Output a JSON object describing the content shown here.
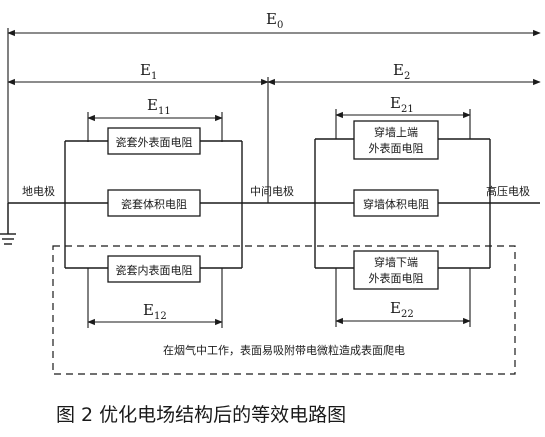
{
  "dimensions": {
    "E0": {
      "main": "E",
      "sub": "0"
    },
    "E1": {
      "main": "E",
      "sub": "1"
    },
    "E2": {
      "main": "E",
      "sub": "2"
    },
    "E11": {
      "main": "E",
      "sub": "11"
    },
    "E12": {
      "main": "E",
      "sub": "12"
    },
    "E21": {
      "main": "E",
      "sub": "21"
    },
    "E22": {
      "main": "E",
      "sub": "22"
    }
  },
  "nodes": {
    "ground_electrode": "地电极",
    "middle_electrode": "中间电极",
    "high_voltage_electrode": "高压电极"
  },
  "resistors": {
    "porcelain_outer_surface": "瓷套外表面电阻",
    "porcelain_volume": "瓷套体积电阻",
    "porcelain_inner_surface": "瓷套内表面电阻",
    "wall_upper_outer_line1": "穿墙上端",
    "wall_upper_outer_line2": "外表面电阻",
    "wall_volume": "穿墙体积电阻",
    "wall_lower_outer_line1": "穿墙下端",
    "wall_lower_outer_line2": "外表面电阻"
  },
  "note": "在烟气中工作，表面易吸附带电微粒造成表面爬电",
  "caption": "图 2  优化电场结构后的等效电路图"
}
